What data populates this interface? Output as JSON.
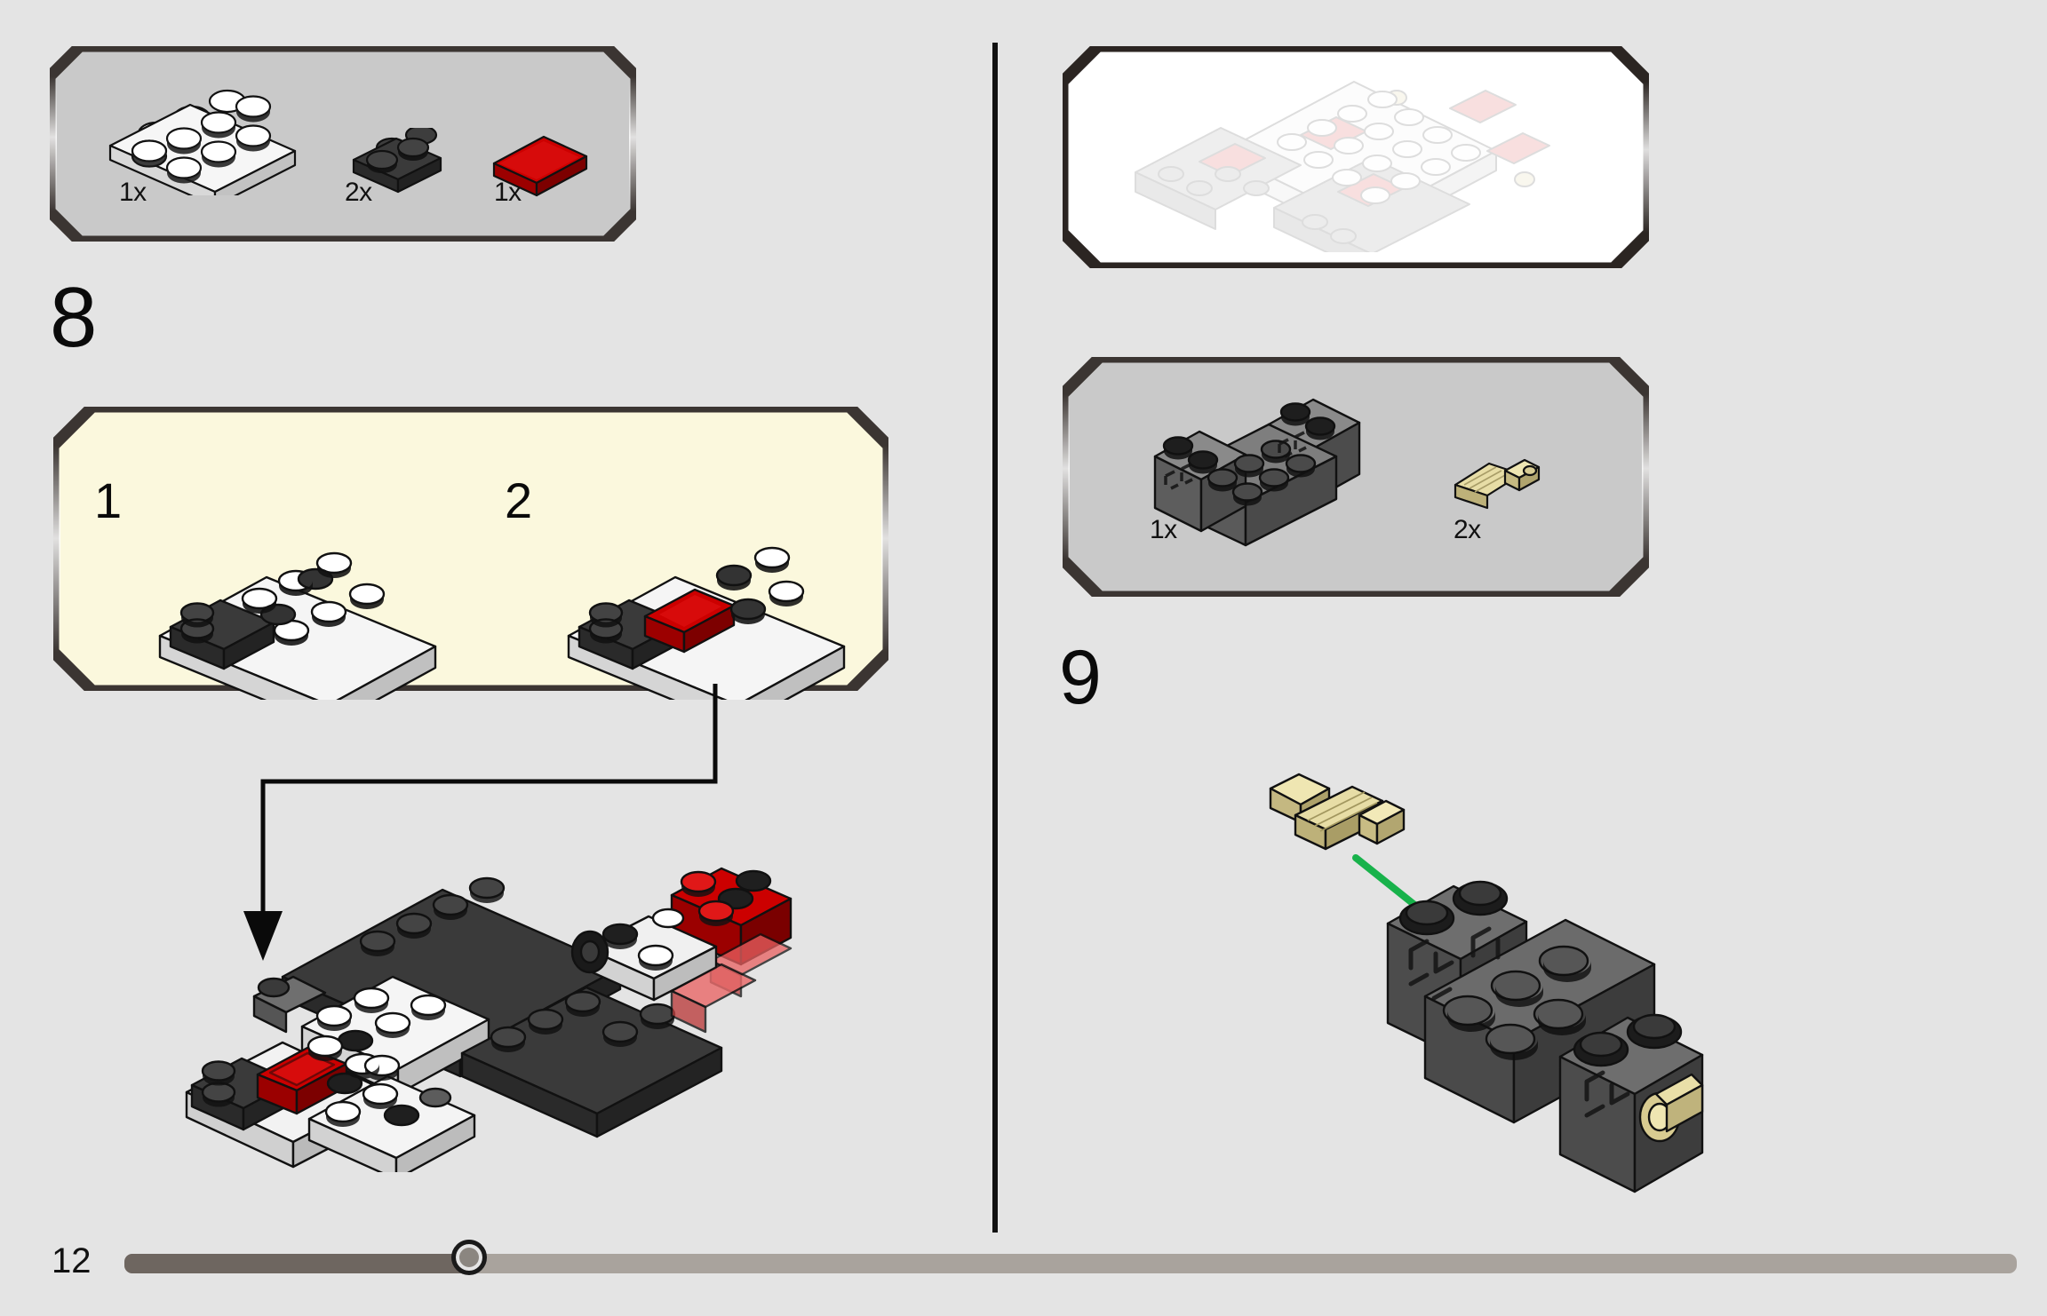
{
  "page": {
    "number": "12",
    "background_color": "#e4e4e4",
    "progress_percent": 18
  },
  "divider": {
    "color": "#111111"
  },
  "steps": [
    {
      "id": "step-8",
      "number": "8",
      "parts_box": {
        "background_color": "#c9c9c9",
        "border_color": "#3b3532",
        "parts": [
          {
            "name": "plate-2x4-white",
            "color": "#f2f2f2",
            "qty": "1x"
          },
          {
            "name": "plate-1x2-black",
            "color": "#3a3a3a",
            "qty": "2x"
          },
          {
            "name": "tile-1x2-red",
            "color": "#cc0000",
            "qty": "1x"
          }
        ]
      },
      "substep_box": {
        "background_color": "#fbf8dd",
        "border_color": "#3b3532",
        "substeps": [
          {
            "index": "1",
            "name": "substep-assembly-1"
          },
          {
            "index": "2",
            "name": "substep-assembly-2"
          }
        ]
      },
      "assembly": {
        "name": "step-8-main-assembly",
        "arrow_color": "#000000"
      }
    },
    {
      "id": "step-9",
      "number": "9",
      "previous_state_box": {
        "background_color": "#ffffff",
        "border_color": "#2b2522",
        "name": "previous-build-state"
      },
      "parts_box": {
        "background_color": "#c9c9c9",
        "border_color": "#3b3532",
        "parts": [
          {
            "name": "bracket-brick-2x6-dark-gray",
            "color": "#6e6e6e",
            "qty": "1x"
          },
          {
            "name": "technic-pin-axle-tan",
            "color": "#e8dfa8",
            "qty": "2x"
          }
        ]
      },
      "assembly": {
        "name": "step-9-main-assembly",
        "arrow_color": "#18b24b"
      }
    }
  ],
  "colors": {
    "red": "#cc0000",
    "red_dark": "#8f0000",
    "black": "#2b2b2b",
    "black_light": "#4a4a4a",
    "white": "#f5f5f5",
    "white_shade": "#d7d7d7",
    "gray": "#7a7a7a",
    "gray_dark": "#555555",
    "tan": "#e5daa2",
    "tan_dark": "#b3a772",
    "green": "#18b24b"
  }
}
